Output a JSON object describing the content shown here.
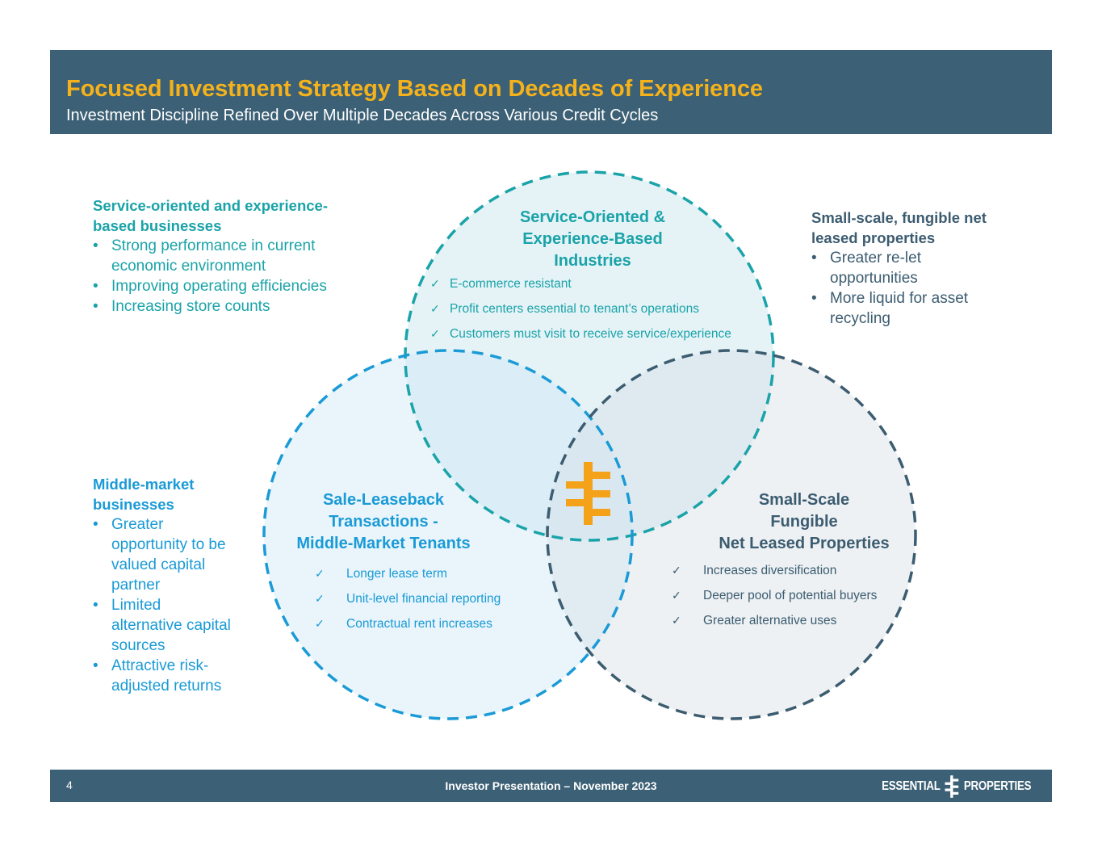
{
  "header": {
    "title": "Focused Investment Strategy Based on Decades of Experience",
    "subtitle": "Investment Discipline Refined Over Multiple Decades Across Various Credit Cycles"
  },
  "colors": {
    "header_bg": "#3c6075",
    "title": "#f5b21b",
    "teal": "#1aa3a8",
    "blue": "#1a9ad6",
    "slate": "#3c5c70",
    "logo": "#f5a21b"
  },
  "side_notes": {
    "top_left": {
      "heading_line1": "Service-oriented and experience-",
      "heading_line2": "based businesses",
      "bullets": [
        {
          "line1": "Strong performance in current",
          "line2": "economic environment"
        },
        {
          "line1": "Improving operating efficiencies"
        },
        {
          "line1": "Increasing store counts"
        }
      ]
    },
    "top_right": {
      "heading_line1": "Small-scale, fungible net",
      "heading_line2": "leased properties",
      "bullets": [
        {
          "line1": "Greater re-let",
          "line2": "opportunities"
        },
        {
          "line1": "More liquid for asset",
          "line2": "recycling"
        }
      ]
    },
    "bottom_left": {
      "heading_line1": "Middle-market",
      "heading_line2": "businesses",
      "bullets": [
        {
          "line1": "Greater",
          "line2": "opportunity to be",
          "line3": "valued capital",
          "line4": "partner"
        },
        {
          "line1": "Limited",
          "line2": "alternative capital",
          "line3": "sources"
        },
        {
          "line1": "Attractive risk-",
          "line2": "adjusted returns"
        }
      ]
    }
  },
  "circles": {
    "top": {
      "title_lines": [
        "Service-Oriented &",
        "Experience-Based",
        "Industries"
      ],
      "checks": [
        "E-commerce resistant",
        "Profit centers essential to tenant’s operations",
        "Customers must visit to receive service/experience"
      ]
    },
    "left": {
      "title_lines": [
        "Sale-Leaseback",
        "Transactions -",
        "Middle-Market Tenants"
      ],
      "checks": [
        "Longer lease term",
        "Unit-level financial reporting",
        "Contractual rent increases"
      ]
    },
    "right": {
      "title_lines": [
        "Small-Scale",
        "Fungible",
        "Net Leased Properties"
      ],
      "checks": [
        "Increases diversification",
        "Deeper pool of potential buyers",
        "Greater alternative uses"
      ]
    },
    "check_glyph": "✓"
  },
  "footer": {
    "page_number": "4",
    "text": "Investor Presentation – November 2023",
    "brand_left": "ESSENTIAL",
    "brand_right": "PROPERTIES"
  }
}
